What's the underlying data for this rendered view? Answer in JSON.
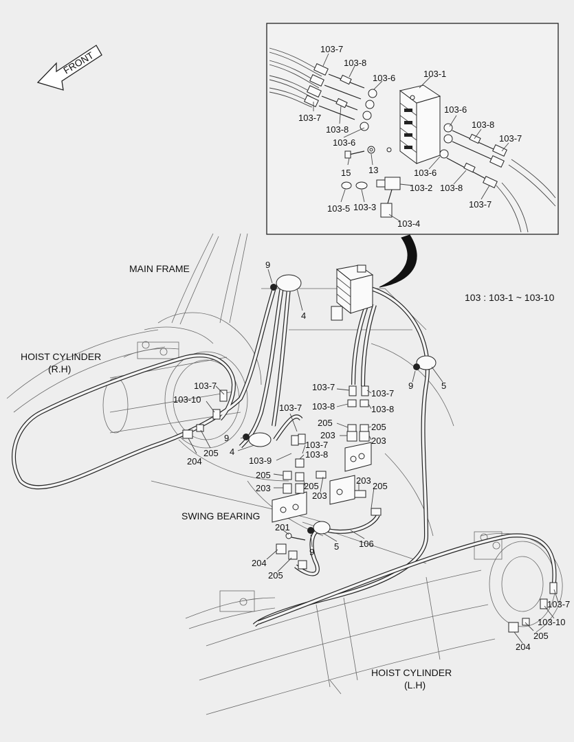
{
  "labels": {
    "front": "FRONT",
    "main_frame": "MAIN FRAME",
    "hoist_rh_1": "HOIST CYLINDER",
    "hoist_rh_2": "(R.H)",
    "hoist_lh_1": "HOIST  CYLINDER",
    "hoist_lh_2": "(L.H)",
    "swing_bearing": "SWING BEARING",
    "range_note": "103 : 103-1 ~ 103-10"
  },
  "inset_callouts": [
    {
      "id": "i1",
      "text": "103-7"
    },
    {
      "id": "i2",
      "text": "103-8"
    },
    {
      "id": "i3",
      "text": "103-6"
    },
    {
      "id": "i4",
      "text": "103-1"
    },
    {
      "id": "i5",
      "text": "103-7"
    },
    {
      "id": "i6",
      "text": "103-8"
    },
    {
      "id": "i7",
      "text": "103-6"
    },
    {
      "id": "i8",
      "text": "103-6"
    },
    {
      "id": "i9",
      "text": "103-8"
    },
    {
      "id": "i10",
      "text": "103-7"
    },
    {
      "id": "i11",
      "text": "15"
    },
    {
      "id": "i12",
      "text": "13"
    },
    {
      "id": "i13",
      "text": "103-6"
    },
    {
      "id": "i14",
      "text": "103-2"
    },
    {
      "id": "i15",
      "text": "103-8"
    },
    {
      "id": "i16",
      "text": "103-7"
    },
    {
      "id": "i17",
      "text": "103-5"
    },
    {
      "id": "i18",
      "text": "103-3"
    },
    {
      "id": "i19",
      "text": "103-4"
    }
  ],
  "main_callouts": [
    {
      "id": "m1",
      "text": "9"
    },
    {
      "id": "m2",
      "text": "4"
    },
    {
      "id": "m3",
      "text": "9"
    },
    {
      "id": "m4",
      "text": "5"
    },
    {
      "id": "m5",
      "text": "103-7"
    },
    {
      "id": "m6",
      "text": "103-10"
    },
    {
      "id": "m7",
      "text": "204"
    },
    {
      "id": "m8",
      "text": "205"
    },
    {
      "id": "m9",
      "text": "103-7"
    },
    {
      "id": "m10",
      "text": "103-7"
    },
    {
      "id": "m11",
      "text": "103-8"
    },
    {
      "id": "m12",
      "text": "103-8"
    },
    {
      "id": "m13",
      "text": "205"
    },
    {
      "id": "m14",
      "text": "205"
    },
    {
      "id": "m15",
      "text": "203"
    },
    {
      "id": "m16",
      "text": "203"
    },
    {
      "id": "m17",
      "text": "103-7"
    },
    {
      "id": "m18",
      "text": "9"
    },
    {
      "id": "m19",
      "text": "4"
    },
    {
      "id": "m20",
      "text": "103-7"
    },
    {
      "id": "m21",
      "text": "103-9"
    },
    {
      "id": "m22",
      "text": "103-8"
    },
    {
      "id": "m23",
      "text": "205"
    },
    {
      "id": "m24",
      "text": "205"
    },
    {
      "id": "m25",
      "text": "203"
    },
    {
      "id": "m26",
      "text": "203"
    },
    {
      "id": "m27",
      "text": "203"
    },
    {
      "id": "m28",
      "text": "205"
    },
    {
      "id": "m29",
      "text": "201"
    },
    {
      "id": "m30",
      "text": "9"
    },
    {
      "id": "m31",
      "text": "5"
    },
    {
      "id": "m32",
      "text": "106"
    },
    {
      "id": "m33",
      "text": "204"
    },
    {
      "id": "m34",
      "text": "205"
    },
    {
      "id": "m35",
      "text": "103-7"
    },
    {
      "id": "m36",
      "text": "103-10"
    },
    {
      "id": "m37",
      "text": "205"
    },
    {
      "id": "m38",
      "text": "204"
    }
  ]
}
